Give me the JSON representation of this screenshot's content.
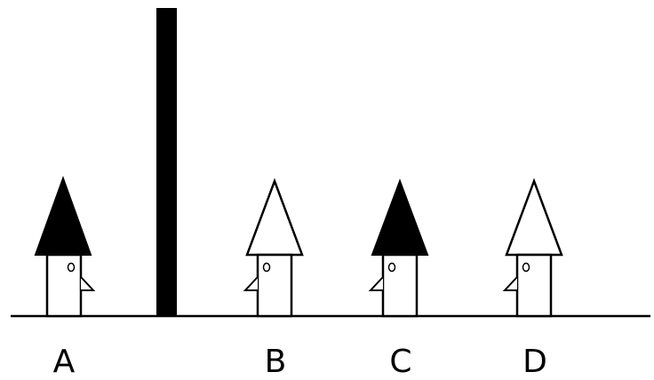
{
  "scene": {
    "figures": [
      {
        "label": "A",
        "hat": "black",
        "facing": "right"
      },
      {
        "label": "B",
        "hat": "white",
        "facing": "left"
      },
      {
        "label": "C",
        "hat": "black",
        "facing": "left"
      },
      {
        "label": "D",
        "hat": "white",
        "facing": "left"
      }
    ],
    "colors": {
      "ink": "#000000",
      "paper": "#ffffff"
    }
  }
}
